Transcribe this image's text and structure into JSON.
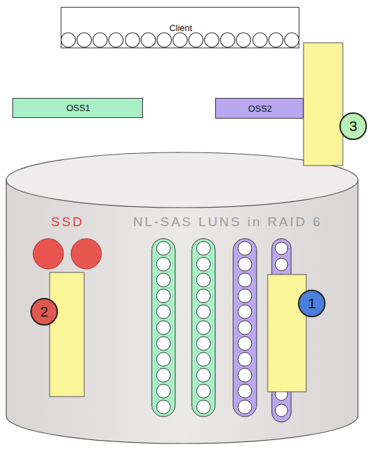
{
  "diagram": {
    "nodes": [
      {
        "text": [
          "Client"
        ]
      },
      {
        "text": [
          "OSS1"
        ]
      },
      {
        "text": [
          "OSS2"
        ]
      },
      {
        "text": [
          "SSD",
          "NL-SAS LUNS in RAID 6"
        ]
      }
    ],
    "labels": [
      "3",
      "1",
      "2"
    ]
  }
}
